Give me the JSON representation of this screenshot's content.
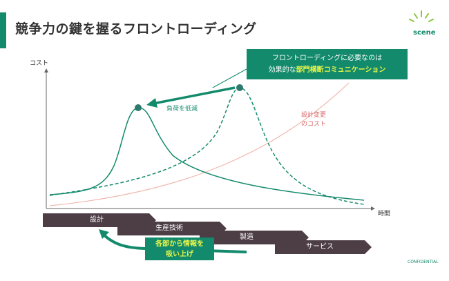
{
  "slide": {
    "title": "競争力の鍵を握るフロントローディング",
    "logo_text": "scene",
    "confidential": "CONFIDENTIAL"
  },
  "axes": {
    "y_label": "コスト",
    "x_label": "時間"
  },
  "annotations": {
    "load_reduction": "負荷を低減",
    "design_change_cost_line1": "設計変更",
    "design_change_cost_line2": "のコスト"
  },
  "callout": {
    "line1": "フロントローディングに必要なのは",
    "line2_prefix": "効果的な",
    "line2_highlight": "部門横断コミュニケーション"
  },
  "phases": [
    "設計",
    "生産技術",
    "製造",
    "サービス"
  ],
  "gather_box": {
    "line1": "各部から情報を",
    "line2": "吸い上げ"
  },
  "colors": {
    "brand_green": "#138a6c",
    "phase_bar": "#4d3d45",
    "highlight_yellow": "#e6f54a",
    "cost_line": "#f0b8b0",
    "cost_text": "#d96666"
  }
}
